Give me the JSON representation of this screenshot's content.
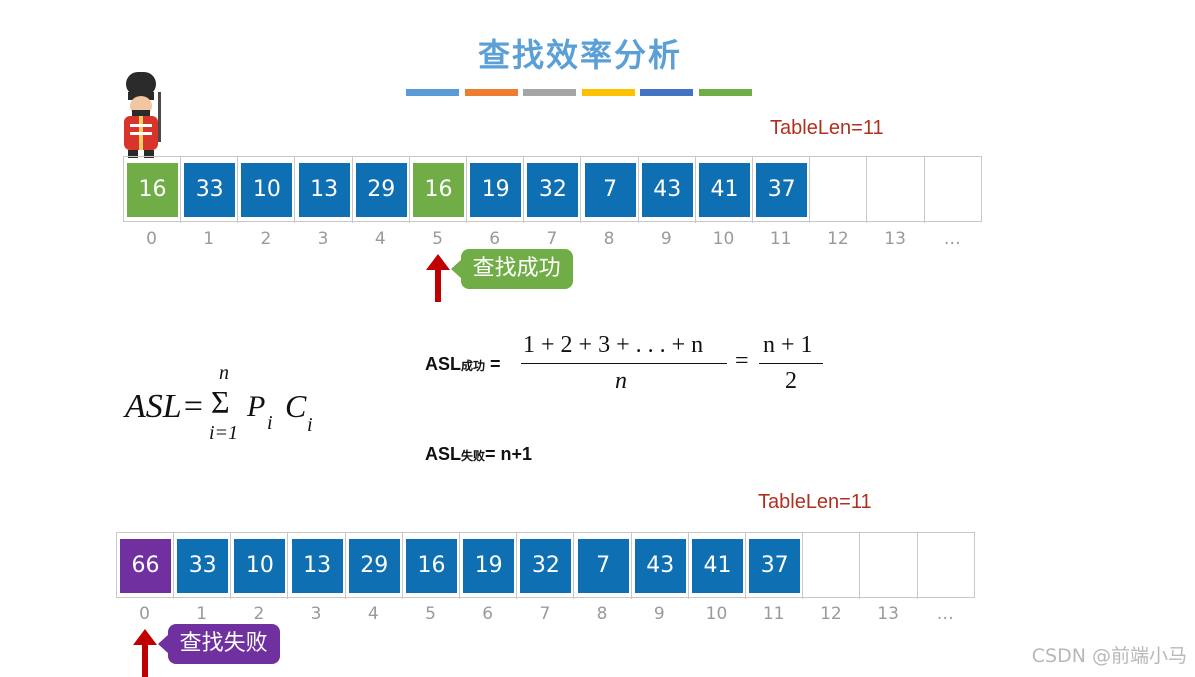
{
  "title": "查找效率分析",
  "title_color": "#5aa0d6",
  "color_bars": [
    "#5b9bd5",
    "#ed7d31",
    "#a5a5a5",
    "#ffc000",
    "#4472c4",
    "#70ad47"
  ],
  "mascot_icon": "guard-icon",
  "table_top": {
    "table_len_label": "TableLen=11",
    "cells": [
      "16",
      "33",
      "10",
      "13",
      "29",
      "16",
      "19",
      "32",
      "7",
      "43",
      "41",
      "37",
      "",
      "",
      ""
    ],
    "cell_colors": [
      "#70ad47",
      "#0f6fb3",
      "#0f6fb3",
      "#0f6fb3",
      "#0f6fb3",
      "#70ad47",
      "#0f6fb3",
      "#0f6fb3",
      "#0f6fb3",
      "#0f6fb3",
      "#0f6fb3",
      "#0f6fb3",
      "",
      "",
      ""
    ],
    "indices": [
      "0",
      "1",
      "2",
      "3",
      "4",
      "5",
      "6",
      "7",
      "8",
      "9",
      "10",
      "11",
      "12",
      "13",
      "…"
    ],
    "pointer_index": 5,
    "callout_text": "查找成功",
    "callout_color": "#70ad47"
  },
  "formula": {
    "lhs": "ASL=",
    "sigma": "Σ",
    "upper": "n",
    "lower": "i=1",
    "p": "P",
    "p_sub": "i",
    "c": "C",
    "c_sub": "i"
  },
  "asl_success": {
    "label": "ASL",
    "label_sub": "成功",
    "eq1": "=",
    "num1": "1 + 2 + 3 + . . . + n",
    "den1": "n",
    "eq2": "=",
    "num2": "n + 1",
    "den2": "2"
  },
  "asl_fail": {
    "label": "ASL",
    "label_sub": "失败",
    "rhs": "= n+1"
  },
  "table_bottom": {
    "table_len_label": "TableLen=11",
    "cells": [
      "66",
      "33",
      "10",
      "13",
      "29",
      "16",
      "19",
      "32",
      "7",
      "43",
      "41",
      "37",
      "",
      "",
      ""
    ],
    "cell_colors": [
      "#7030a0",
      "#0f6fb3",
      "#0f6fb3",
      "#0f6fb3",
      "#0f6fb3",
      "#0f6fb3",
      "#0f6fb3",
      "#0f6fb3",
      "#0f6fb3",
      "#0f6fb3",
      "#0f6fb3",
      "#0f6fb3",
      "",
      "",
      ""
    ],
    "indices": [
      "0",
      "1",
      "2",
      "3",
      "4",
      "5",
      "6",
      "7",
      "8",
      "9",
      "10",
      "11",
      "12",
      "13",
      "…"
    ],
    "pointer_index": 0,
    "callout_text": "查找失败",
    "callout_color": "#7030a0"
  },
  "arrow_color": "#c00000",
  "watermark": "CSDN @前端小马"
}
